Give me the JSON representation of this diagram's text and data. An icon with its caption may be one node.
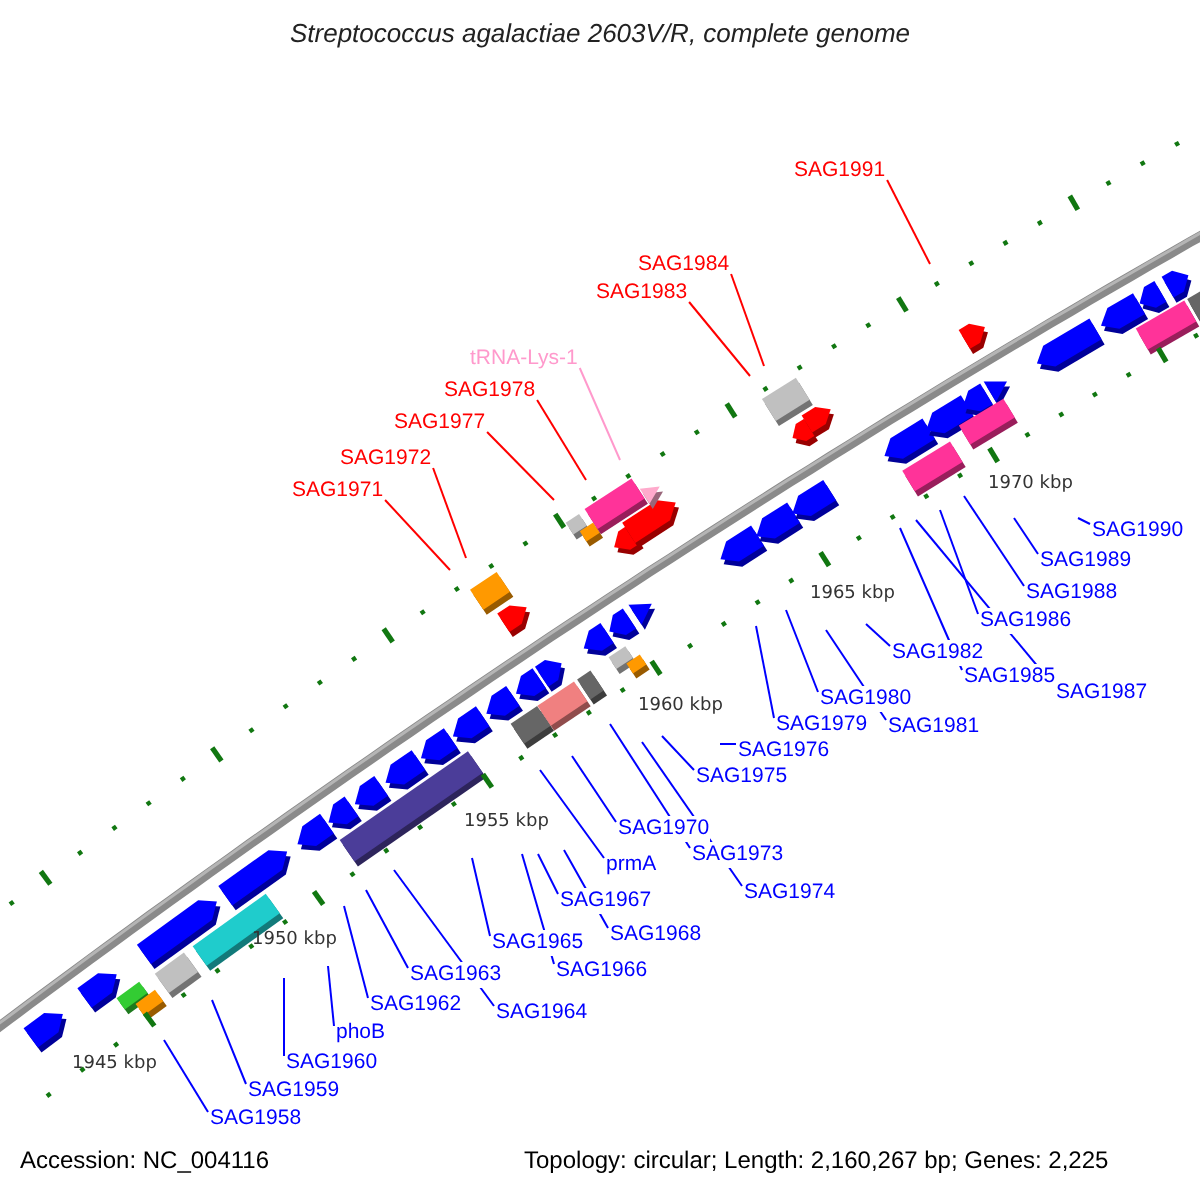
{
  "diagram": {
    "title": "Streptococcus agalactiae 2603V/R, complete genome",
    "nodes": [
      {
        "text": [
          "SAG1991"
        ]
      },
      {
        "text": [
          "SAG1984"
        ]
      },
      {
        "text": [
          "SAG1983"
        ]
      },
      {
        "text": [
          "tRNA-Lys-1"
        ]
      },
      {
        "text": [
          "SAG1978"
        ]
      },
      {
        "text": [
          "SAG1977"
        ]
      },
      {
        "text": [
          "SAG1972"
        ]
      },
      {
        "text": [
          "SAG1971"
        ]
      },
      {
        "text": [
          "SAG1990"
        ]
      },
      {
        "text": [
          "SAG1989"
        ]
      },
      {
        "text": [
          "SAG1988"
        ]
      },
      {
        "text": [
          "SAG1986"
        ]
      },
      {
        "text": [
          "SAG1982"
        ]
      },
      {
        "text": [
          "SAG1985"
        ]
      },
      {
        "text": [
          "SAG1987"
        ]
      },
      {
        "text": [
          "SAG1980"
        ]
      },
      {
        "text": [
          "SAG1979"
        ]
      },
      {
        "text": [
          "SAG1981"
        ]
      },
      {
        "text": [
          "SAG1976"
        ]
      },
      {
        "text": [
          "SAG1975"
        ]
      },
      {
        "text": [
          "SAG1970"
        ]
      },
      {
        "text": [
          "SAG1973"
        ]
      },
      {
        "text": [
          "prmA"
        ]
      },
      {
        "text": [
          "SAG1974"
        ]
      },
      {
        "text": [
          "SAG1967"
        ]
      },
      {
        "text": [
          "SAG1968"
        ]
      },
      {
        "text": [
          "SAG1965"
        ]
      },
      {
        "text": [
          "SAG1966"
        ]
      },
      {
        "text": [
          "SAG1963"
        ]
      },
      {
        "text": [
          "SAG1962"
        ]
      },
      {
        "text": [
          "SAG1964"
        ]
      },
      {
        "text": [
          "phoB"
        ]
      },
      {
        "text": [
          "SAG1960"
        ]
      },
      {
        "text": [
          "SAG1959"
        ]
      },
      {
        "text": [
          "SAG1958"
        ]
      }
    ],
    "edges": [
      {
        "from": 0,
        "to": null,
        "arrow": "none",
        "color": "#ff0000"
      },
      {
        "from": 1,
        "to": null,
        "arrow": "none",
        "color": "#ff0000"
      },
      {
        "from": 2,
        "to": null,
        "arrow": "none",
        "color": "#ff0000"
      },
      {
        "from": 3,
        "to": null,
        "arrow": "none",
        "color": "#ff99cc"
      },
      {
        "from": 4,
        "to": null,
        "arrow": "none",
        "color": "#ff0000"
      },
      {
        "from": 5,
        "to": null,
        "arrow": "none",
        "color": "#ff0000"
      },
      {
        "from": 6,
        "to": null,
        "arrow": "none",
        "color": "#ff0000"
      },
      {
        "from": 7,
        "to": null,
        "arrow": "none",
        "color": "#ff0000"
      },
      {
        "from": 8,
        "to": null,
        "arrow": "none"
      },
      {
        "from": 9,
        "to": null,
        "arrow": "none"
      },
      {
        "from": 10,
        "to": null,
        "arrow": "none"
      },
      {
        "from": 11,
        "to": null,
        "arrow": "none"
      },
      {
        "from": 12,
        "to": null,
        "arrow": "none"
      },
      {
        "from": 13,
        "to": null,
        "arrow": "none"
      },
      {
        "from": 14,
        "to": null,
        "arrow": "none"
      },
      {
        "from": 15,
        "to": null,
        "arrow": "none"
      },
      {
        "from": 16,
        "to": null,
        "arrow": "none"
      },
      {
        "from": 17,
        "to": null,
        "arrow": "none"
      },
      {
        "from": 18,
        "to": null,
        "arrow": "none"
      },
      {
        "from": 19,
        "to": null,
        "arrow": "none"
      },
      {
        "from": 20,
        "to": null,
        "arrow": "none"
      },
      {
        "from": 21,
        "to": null,
        "arrow": "none"
      },
      {
        "from": 22,
        "to": null,
        "arrow": "none"
      },
      {
        "from": 23,
        "to": null,
        "arrow": "none"
      },
      {
        "from": 24,
        "to": null,
        "arrow": "none"
      },
      {
        "from": 25,
        "to": null,
        "arrow": "none"
      },
      {
        "from": 26,
        "to": null,
        "arrow": "none"
      },
      {
        "from": 27,
        "to": null,
        "arrow": "none"
      },
      {
        "from": 28,
        "to": null,
        "arrow": "none"
      },
      {
        "from": 29,
        "to": null,
        "arrow": "none"
      },
      {
        "from": 30,
        "to": null,
        "arrow": "none"
      },
      {
        "from": 31,
        "to": null,
        "arrow": "none"
      },
      {
        "from": 32,
        "to": null,
        "arrow": "none"
      },
      {
        "from": 33,
        "to": null,
        "arrow": "none"
      },
      {
        "from": 34,
        "to": null,
        "arrow": "none"
      }
    ],
    "labels": [
      "1970 kbp",
      "1965 kbp",
      "1960 kbp",
      "1955 kbp",
      "1950 kbp",
      "1945 kbp",
      "Accession: NC_004116",
      "Topology: circular; Length: 2,160,267 bp; Genes: 2,225"
    ]
  }
}
